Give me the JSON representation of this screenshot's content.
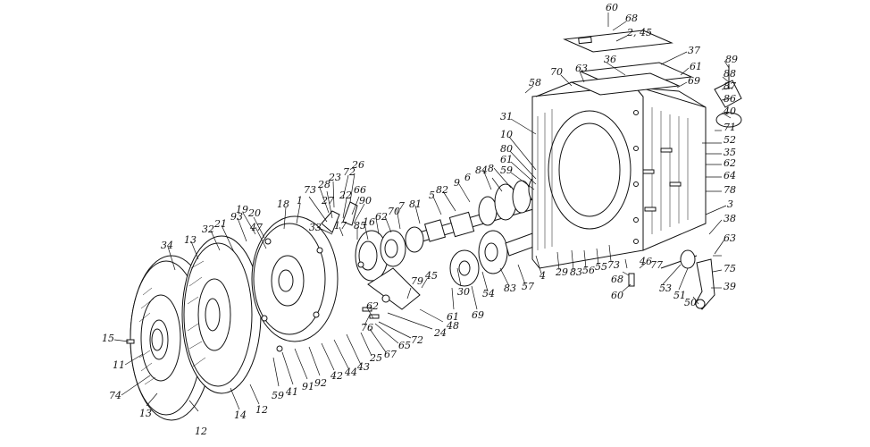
{
  "callouts": [
    {
      "id": "c60a",
      "text": "60"
    },
    {
      "id": "c68a",
      "text": "68"
    },
    {
      "id": "c245",
      "text": "2, 45"
    },
    {
      "id": "c37",
      "text": "37"
    },
    {
      "id": "c36",
      "text": "36"
    },
    {
      "id": "c61a",
      "text": "61"
    },
    {
      "id": "c69a",
      "text": "69"
    },
    {
      "id": "c89",
      "text": "89"
    },
    {
      "id": "c88",
      "text": "88"
    },
    {
      "id": "c87",
      "text": "87"
    },
    {
      "id": "c86",
      "text": "86"
    },
    {
      "id": "c40",
      "text": "40"
    },
    {
      "id": "c58",
      "text": "58"
    },
    {
      "id": "c70a",
      "text": "70"
    },
    {
      "id": "c63a",
      "text": "63"
    },
    {
      "id": "c31",
      "text": "31"
    },
    {
      "id": "c71",
      "text": "71"
    },
    {
      "id": "c52",
      "text": "52"
    },
    {
      "id": "c10",
      "text": "10"
    },
    {
      "id": "c35",
      "text": "35"
    },
    {
      "id": "c80",
      "text": "80"
    },
    {
      "id": "c61b",
      "text": "61"
    },
    {
      "id": "c62a",
      "text": "62"
    },
    {
      "id": "c59a",
      "text": "59"
    },
    {
      "id": "c64",
      "text": "64"
    },
    {
      "id": "c6",
      "text": "6"
    },
    {
      "id": "c8",
      "text": "8"
    },
    {
      "id": "c84",
      "text": "84"
    },
    {
      "id": "c78",
      "text": "78"
    },
    {
      "id": "c9",
      "text": "9"
    },
    {
      "id": "c82",
      "text": "82"
    },
    {
      "id": "c3",
      "text": "3"
    },
    {
      "id": "c5",
      "text": "5"
    },
    {
      "id": "c38",
      "text": "38"
    },
    {
      "id": "c81",
      "text": "81"
    },
    {
      "id": "c63b",
      "text": "63"
    },
    {
      "id": "c70b",
      "text": "70"
    },
    {
      "id": "c7",
      "text": "7"
    },
    {
      "id": "c75",
      "text": "75"
    },
    {
      "id": "c62b",
      "text": "62"
    },
    {
      "id": "c16",
      "text": "16"
    },
    {
      "id": "c39",
      "text": "39"
    },
    {
      "id": "c26",
      "text": "26"
    },
    {
      "id": "c72a",
      "text": "72"
    },
    {
      "id": "c23",
      "text": "23"
    },
    {
      "id": "c28",
      "text": "28"
    },
    {
      "id": "c73a",
      "text": "73"
    },
    {
      "id": "c66",
      "text": "66"
    },
    {
      "id": "c27",
      "text": "27"
    },
    {
      "id": "c22",
      "text": "22"
    },
    {
      "id": "c90",
      "text": "90"
    },
    {
      "id": "c33",
      "text": "33"
    },
    {
      "id": "c17",
      "text": "17"
    },
    {
      "id": "c85",
      "text": "85"
    },
    {
      "id": "c18",
      "text": "18"
    },
    {
      "id": "c20",
      "text": "20"
    },
    {
      "id": "c19",
      "text": "19"
    },
    {
      "id": "c1",
      "text": "1"
    },
    {
      "id": "c93",
      "text": "93"
    },
    {
      "id": "c47",
      "text": "47"
    },
    {
      "id": "c21",
      "text": "21"
    },
    {
      "id": "c32",
      "text": "32"
    },
    {
      "id": "c13a",
      "text": "13"
    },
    {
      "id": "c34",
      "text": "34"
    },
    {
      "id": "c79",
      "text": "79"
    },
    {
      "id": "c45",
      "text": "45"
    },
    {
      "id": "c30",
      "text": "30"
    },
    {
      "id": "c54",
      "text": "54"
    },
    {
      "id": "c83a",
      "text": "83"
    },
    {
      "id": "c57",
      "text": "57"
    },
    {
      "id": "c4",
      "text": "4"
    },
    {
      "id": "c29",
      "text": "29"
    },
    {
      "id": "c83b",
      "text": "83"
    },
    {
      "id": "c56",
      "text": "56"
    },
    {
      "id": "c55",
      "text": "55"
    },
    {
      "id": "c73b",
      "text": "73"
    },
    {
      "id": "c77",
      "text": "77"
    },
    {
      "id": "c46",
      "text": "46"
    },
    {
      "id": "c68b",
      "text": "68"
    },
    {
      "id": "c53",
      "text": "53"
    },
    {
      "id": "c51",
      "text": "51"
    },
    {
      "id": "c50",
      "text": "50"
    },
    {
      "id": "c60b",
      "text": "60"
    },
    {
      "id": "c61c",
      "text": "61"
    },
    {
      "id": "c69b",
      "text": "69"
    },
    {
      "id": "c48",
      "text": "48"
    },
    {
      "id": "c24",
      "text": "24"
    },
    {
      "id": "c76",
      "text": "76"
    },
    {
      "id": "c62c",
      "text": "62"
    },
    {
      "id": "c72b",
      "text": "72"
    },
    {
      "id": "c65",
      "text": "65"
    },
    {
      "id": "c67",
      "text": "67"
    },
    {
      "id": "c25",
      "text": "25"
    },
    {
      "id": "c43",
      "text": "43"
    },
    {
      "id": "c44",
      "text": "44"
    },
    {
      "id": "c42",
      "text": "42"
    },
    {
      "id": "c92",
      "text": "92"
    },
    {
      "id": "c91",
      "text": "91"
    },
    {
      "id": "c41",
      "text": "41"
    },
    {
      "id": "c59b",
      "text": "59"
    },
    {
      "id": "c15",
      "text": "15"
    },
    {
      "id": "c11",
      "text": "11"
    },
    {
      "id": "c74",
      "text": "74"
    },
    {
      "id": "c13b",
      "text": "13"
    },
    {
      "id": "c12a",
      "text": "12"
    },
    {
      "id": "c14",
      "text": "14"
    },
    {
      "id": "c12b",
      "text": "12"
    }
  ]
}
